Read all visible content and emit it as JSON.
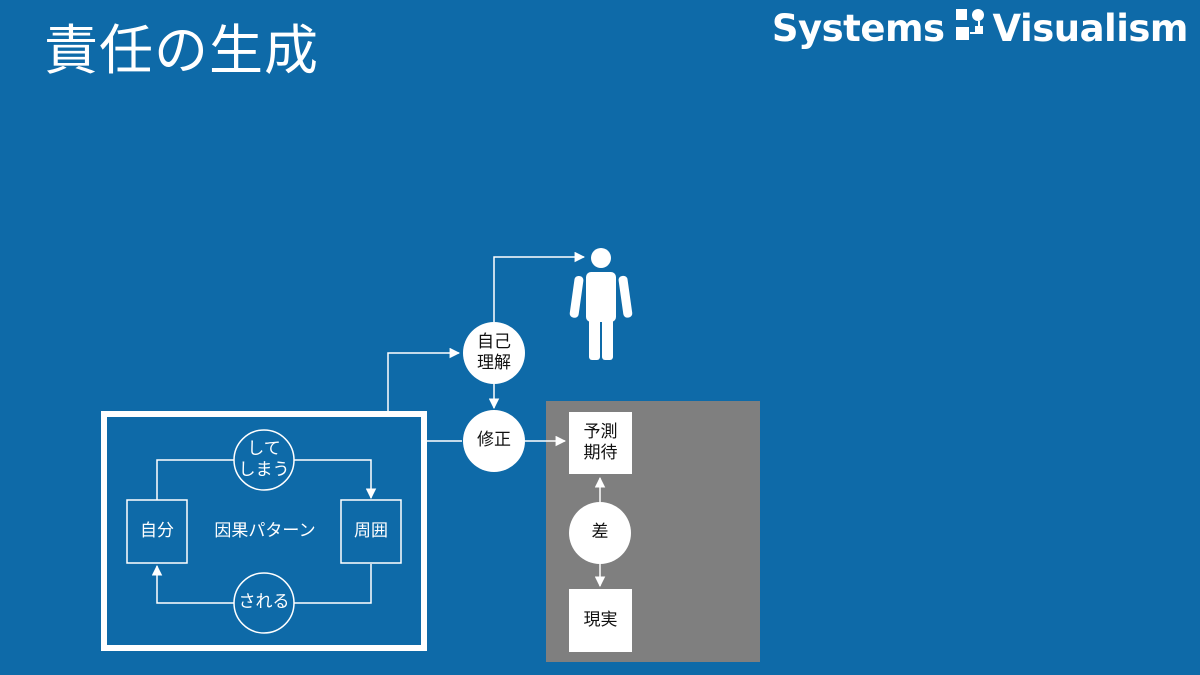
{
  "page": {
    "title": "責任の生成"
  },
  "brand": {
    "left": "Systems",
    "right": "Visualism"
  },
  "diagram": {
    "loop": {
      "self": "自分",
      "surroundings": "周囲",
      "pattern": "因果パターン",
      "do_line1": "して",
      "do_line2": "しまう",
      "receive": "される"
    },
    "self_understanding_line1": "自己",
    "self_understanding_line2": "理解",
    "correction": "修正",
    "expectation_line1": "予測",
    "expectation_line2": "期待",
    "difference": "差",
    "reality": "現実"
  },
  "colors": {
    "background": "#0e6aa8",
    "foreground": "#ffffff",
    "panel": "#7f7f7f",
    "text_dark": "#111111"
  },
  "icons": [
    "logo-icon",
    "person-icon"
  ]
}
